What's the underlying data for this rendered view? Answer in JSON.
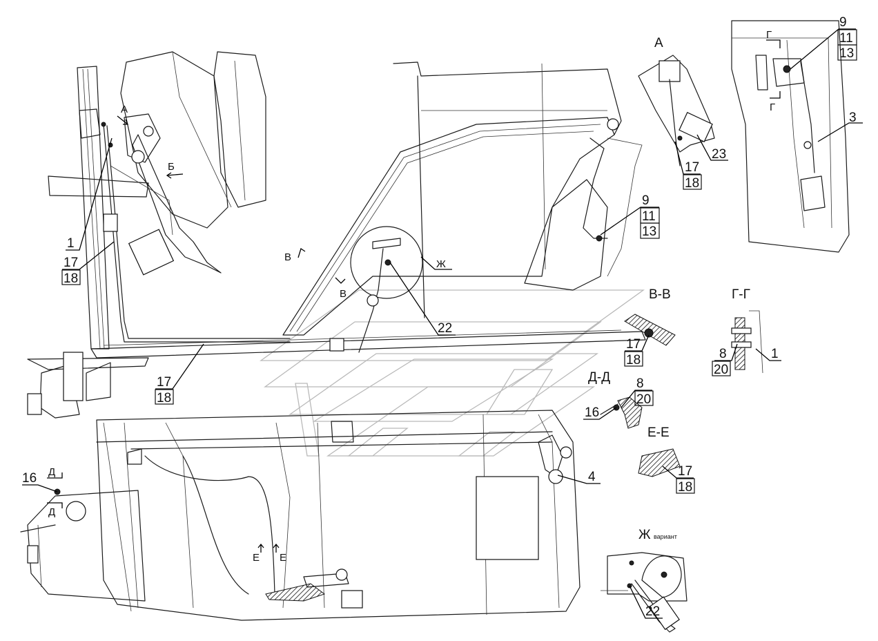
{
  "views": {
    "A": "А",
    "B": "Б",
    "V": "В",
    "Zh": "Ж",
    "section_VV": "В-В",
    "section_GG": "Г-Г",
    "section_DD": "Д-Д",
    "section_EE": "Е-Е",
    "view_Zh": "Ж",
    "view_Zh_note": "вариант",
    "cut_G": "Г",
    "cut_D": "Д",
    "cut_E": "Е"
  },
  "callouts": {
    "c1": {
      "top": "1"
    },
    "c17_18_left": {
      "top": "17",
      "bottom": "18"
    },
    "c17_18_floor": {
      "top": "17",
      "bottom": "18"
    },
    "c22_main": {
      "top": "22"
    },
    "c9_11_13_door": {
      "top": "9",
      "mid": "11",
      "bottom": "13"
    },
    "c9_11_13_side": {
      "top": "9",
      "mid": "11",
      "bottom": "13"
    },
    "c3": {
      "top": "3"
    },
    "c17_18_viewA": {
      "top": "17",
      "bottom": "18"
    },
    "c23": {
      "top": "23"
    },
    "c17_18_VV": {
      "top": "17",
      "bottom": "18"
    },
    "c8_20_GG": {
      "top": "8",
      "bottom": "20"
    },
    "c1_GG": {
      "top": "1"
    },
    "c8_20_DD": {
      "top": "8",
      "bottom": "20"
    },
    "c16_DD": {
      "top": "16"
    },
    "c17_18_EE": {
      "top": "17",
      "bottom": "18"
    },
    "c4": {
      "top": "4"
    },
    "c16_bottom": {
      "top": "16"
    },
    "c22_Zh": {
      "top": "22"
    }
  }
}
